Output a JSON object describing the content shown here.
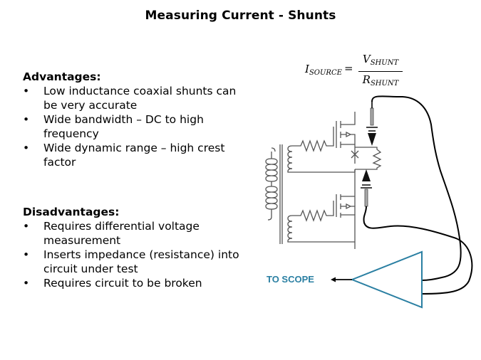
{
  "slide": {
    "title": "Measuring Current - Shunts"
  },
  "formula": {
    "lhs_symbol": "I",
    "lhs_subscript": "SOURCE",
    "equals": "=",
    "numerator_symbol": "V",
    "numerator_subscript": "SHUNT",
    "denominator_symbol": "R",
    "denominator_subscript": "SHUNT"
  },
  "advantages": {
    "heading": "Advantages:",
    "bullet": "•",
    "items": [
      "Low inductance coaxial shunts can be very accurate",
      "Wide bandwidth – DC to high frequency",
      "Wide dynamic range – high crest factor"
    ]
  },
  "disadvantages": {
    "heading": "Disadvantages:",
    "bullet": "•",
    "items": [
      "Requires differential voltage measurement",
      "Inserts impedance (resistance) into circuit under test",
      "Requires circuit to be broken"
    ]
  },
  "diagram": {
    "output_label": "TO SCOPE",
    "colors": {
      "amplifier": "#2a7fa2",
      "circuit": "#555555",
      "probe_wire": "#000000"
    },
    "icons": [
      "transformer-icon",
      "resistor-icon",
      "mosfet-icon",
      "shunt-resistor-icon",
      "probe-icon",
      "differential-amplifier-icon",
      "arrow-left-icon"
    ]
  }
}
